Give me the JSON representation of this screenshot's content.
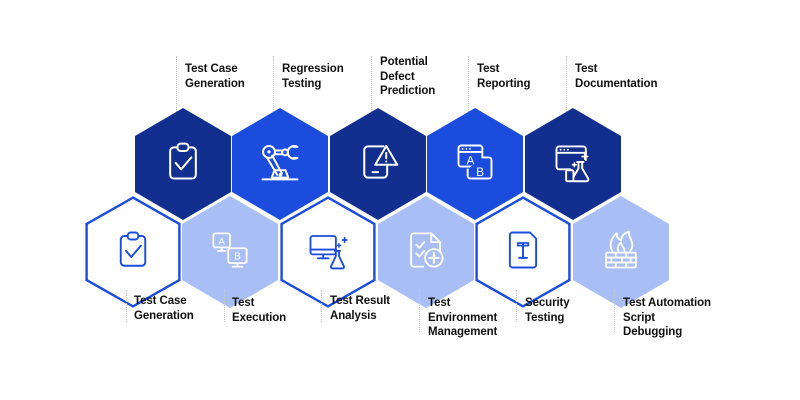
{
  "diagram": {
    "title": "Software Testing AI Capabilities Hexagon Infographic",
    "background_color": "#ffffff",
    "colors": {
      "navy": "#122E8F",
      "blue": "#1B4CDE",
      "light_blue": "#A8BEF5",
      "outline_blue": "#1B4CDE",
      "icon_white": "#ffffff",
      "label_text": "#111111",
      "dotted_line": "#c3c7cc"
    },
    "top_row": [
      {
        "label": "Test Case\nGeneration",
        "icon": "clipboard-check-icon",
        "fill": "#122E8F",
        "icon_color": "#ffffff",
        "style": "filled-navy"
      },
      {
        "label": "Regression\nTesting",
        "icon": "robot-arm-icon",
        "fill": "#1B4CDE",
        "icon_color": "#ffffff",
        "style": "filled-blue"
      },
      {
        "label": "Potential\nDefect\nPrediction",
        "icon": "device-warning-icon",
        "fill": "#122E8F",
        "icon_color": "#ffffff",
        "style": "filled-navy"
      },
      {
        "label": "Test\nReporting",
        "icon": "ab-windows-icon",
        "fill": "#1B4CDE",
        "icon_color": "#ffffff",
        "style": "filled-blue"
      },
      {
        "label": "Test\nDocumentation",
        "icon": "browser-flask-icon",
        "fill": "#122E8F",
        "icon_color": "#ffffff",
        "style": "filled-navy"
      }
    ],
    "bottom_row": [
      {
        "label": "Test Case\nGeneration",
        "icon": "clipboard-check-icon",
        "fill": "#ffffff",
        "icon_color": "#1B4CDE",
        "style": "outlined"
      },
      {
        "label": "Test\nExecution",
        "icon": "ab-screens-icon",
        "fill": "#A8BEF5",
        "icon_color": "#ffffff",
        "style": "filled-light"
      },
      {
        "label": "Test Result\nAnalysis",
        "icon": "monitor-flask-icon",
        "fill": "#ffffff",
        "icon_color": "#1B4CDE",
        "style": "outlined"
      },
      {
        "label": "Test\nEnvironment\nManagement",
        "icon": "document-check-plus-icon",
        "fill": "#A8BEF5",
        "icon_color": "#ffffff",
        "style": "filled-light"
      },
      {
        "label": "Security\nTesting",
        "icon": "document-text-icon",
        "fill": "#ffffff",
        "icon_color": "#1B4CDE",
        "style": "outlined"
      },
      {
        "label": "Test Automation\nScript\nDebugging",
        "icon": "firewall-flame-icon",
        "fill": "#A8BEF5",
        "icon_color": "#ffffff",
        "style": "filled-light"
      }
    ]
  }
}
